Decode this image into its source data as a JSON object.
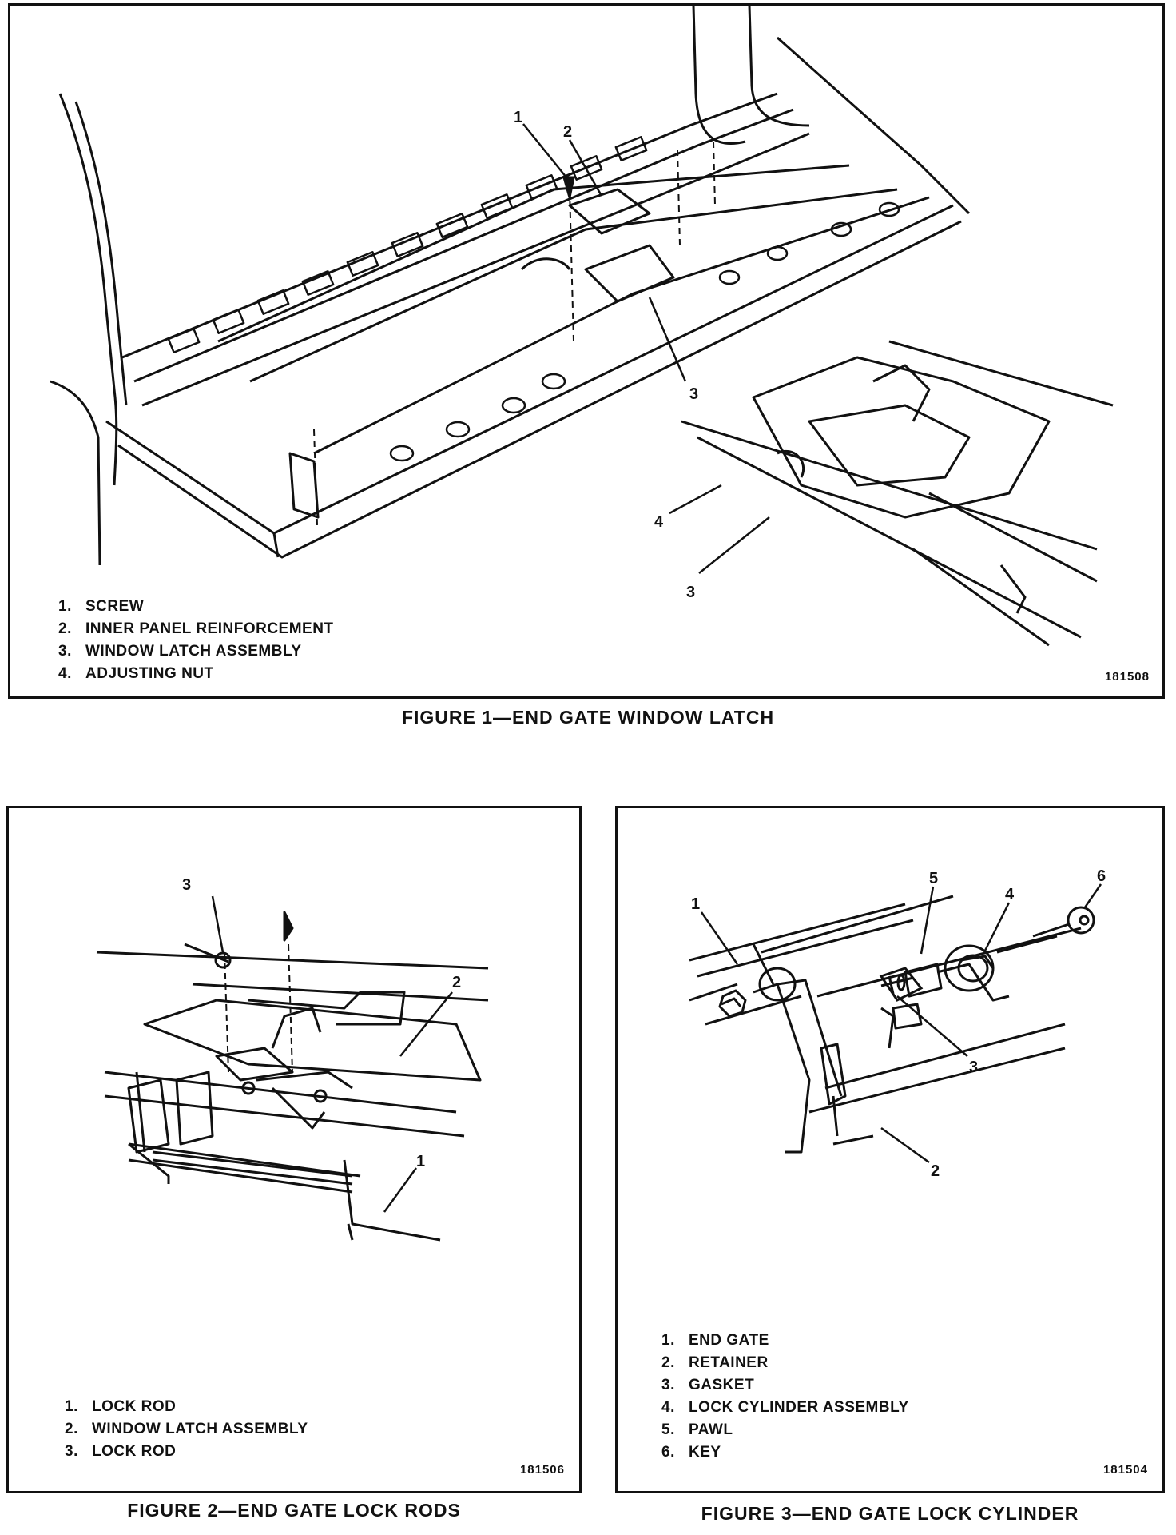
{
  "figure1": {
    "caption": "FIGURE 1—END GATE WINDOW LATCH",
    "part_number": "181508",
    "legend": [
      {
        "num": "1.",
        "text": "SCREW"
      },
      {
        "num": "2.",
        "text": "INNER PANEL REINFORCEMENT"
      },
      {
        "num": "3.",
        "text": "WINDOW LATCH ASSEMBLY"
      },
      {
        "num": "4.",
        "text": "ADJUSTING NUT"
      }
    ],
    "callouts": [
      "1",
      "2",
      "3",
      "4",
      "3"
    ]
  },
  "figure2": {
    "caption": "FIGURE 2—END GATE LOCK RODS",
    "part_number": "181506",
    "legend": [
      {
        "num": "1.",
        "text": "LOCK ROD"
      },
      {
        "num": "2.",
        "text": "WINDOW LATCH ASSEMBLY"
      },
      {
        "num": "3.",
        "text": "LOCK ROD"
      }
    ],
    "callouts": [
      "3",
      "2",
      "1"
    ]
  },
  "figure3": {
    "caption": "FIGURE 3—END GATE LOCK CYLINDER",
    "part_number": "181504",
    "legend": [
      {
        "num": "1.",
        "text": "END GATE"
      },
      {
        "num": "2.",
        "text": "RETAINER"
      },
      {
        "num": "3.",
        "text": "GASKET"
      },
      {
        "num": "4.",
        "text": "LOCK CYLINDER ASSEMBLY"
      },
      {
        "num": "5.",
        "text": "PAWL"
      },
      {
        "num": "6.",
        "text": "KEY"
      }
    ],
    "callouts": [
      "5",
      "4",
      "6",
      "1",
      "3",
      "2"
    ]
  }
}
